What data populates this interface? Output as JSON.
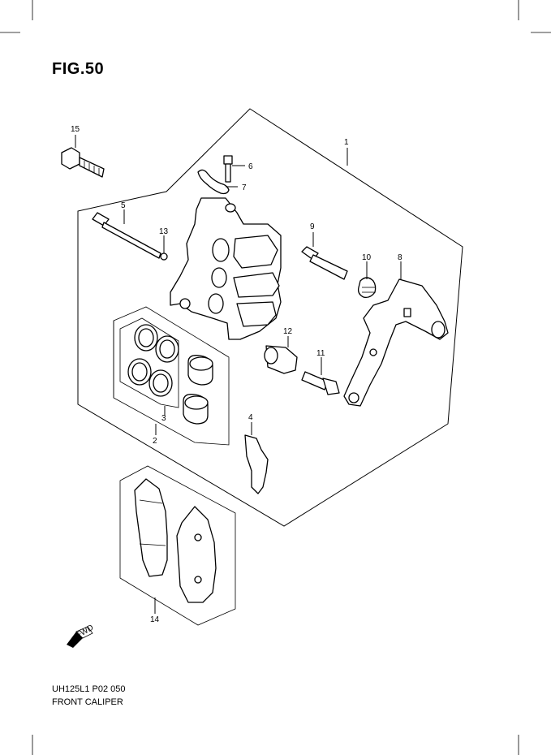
{
  "figure": {
    "title": "FIG.50",
    "code": "UH125L1 P02 050",
    "caption": "FRONT CALIPER",
    "fwd_label": "FWD"
  },
  "callouts": [
    "1",
    "2",
    "3",
    "4",
    "5",
    "6",
    "7",
    "8",
    "9",
    "10",
    "11",
    "12",
    "13",
    "14",
    "15"
  ]
}
